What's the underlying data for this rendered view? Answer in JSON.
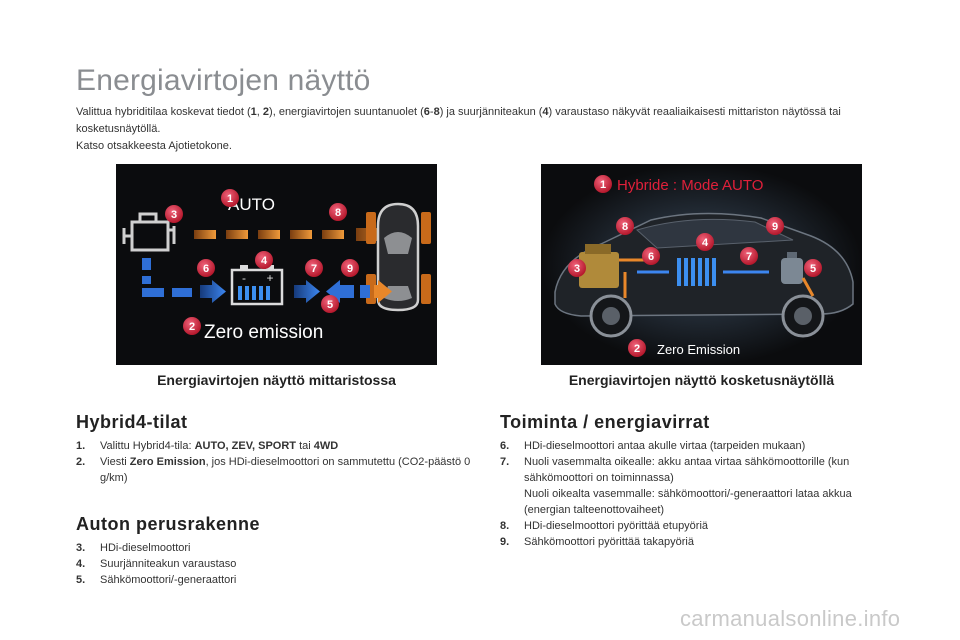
{
  "page": {
    "title": "Energiavirtojen näyttö",
    "intro": {
      "t1": "Valittua hybriditilaa koskevat tiedot (",
      "b1": "1",
      "t2": ", ",
      "b2": "2",
      "t3": "), energiavirtojen suuntanuolet (",
      "b3": "6",
      "t4": "-",
      "b4": "8",
      "t5": ") ja suurjänniteakun (",
      "b5": "4",
      "t6": ") varaustaso näkyvät reaaliaikaisesti mittariston näytössä tai kosketusnäytöllä.",
      "line2": "Katso otsakkeesta Ajotietokone."
    }
  },
  "figure1": {
    "caption": "Energiavirtojen näyttö mittaristossa",
    "mode_label": "AUTO",
    "zero_label": "Zero emission",
    "markers": [
      "1",
      "2",
      "3",
      "4",
      "5",
      "6",
      "7",
      "8",
      "9"
    ],
    "battery_signs": [
      "-",
      "+"
    ]
  },
  "figure2": {
    "caption": "Energiavirtojen näyttö kosketusnäytöllä",
    "mode_label": "Hybride : Mode AUTO",
    "zero_label": "Zero Emission",
    "markers": [
      "1",
      "2",
      "3",
      "4",
      "5",
      "6",
      "7",
      "8",
      "9"
    ]
  },
  "hybrid4": {
    "heading": "Hybrid4-tilat",
    "items": [
      {
        "num": "1.",
        "text_a": "Valittu Hybrid4-tila: ",
        "bold_a": "AUTO, ZEV, SPORT",
        "text_b": " tai ",
        "bold_b": "4WD"
      },
      {
        "num": "2.",
        "text_a": "Viesti ",
        "bold_a": "Zero Emission",
        "text_b": ", jos HDi-dieselmoottori on sammutettu (CO2-päästö 0 g/km)"
      }
    ]
  },
  "rakenne": {
    "heading": "Auton perusrakenne",
    "items": [
      {
        "num": "3.",
        "text": "HDi-dieselmoottori"
      },
      {
        "num": "4.",
        "text": "Suurjänniteakun varaustaso"
      },
      {
        "num": "5.",
        "text": "Sähkömoottori/-generaattori"
      }
    ]
  },
  "toiminta": {
    "heading": "Toiminta / energiavirrat",
    "items": [
      {
        "num": "6.",
        "text": "HDi-dieselmoottori antaa akulle virtaa (tarpeiden mukaan)"
      },
      {
        "num": "7.",
        "text": "Nuoli vasemmalta oikealle: akku antaa virtaa sähkömoottorille (kun sähkömoottori on toiminnassa)",
        "text2": "Nuoli oikealta vasemmalle: sähkömoottori/-generaattori lataa akkua (energian talteenottovaiheet)"
      },
      {
        "num": "8.",
        "text": "HDi-dieselmoottori pyörittää etupyöriä"
      },
      {
        "num": "9.",
        "text": "Sähkömoottori pyörittää takapyöriä"
      }
    ]
  },
  "watermark": "carmanualsonline.info",
  "colors": {
    "marker_red": "#d6283e",
    "arrow_orange": "#e8872a",
    "arrow_blue": "#2f6fd6",
    "battery_blue": "#3c8ff0",
    "title_gray": "#8a8d91"
  }
}
